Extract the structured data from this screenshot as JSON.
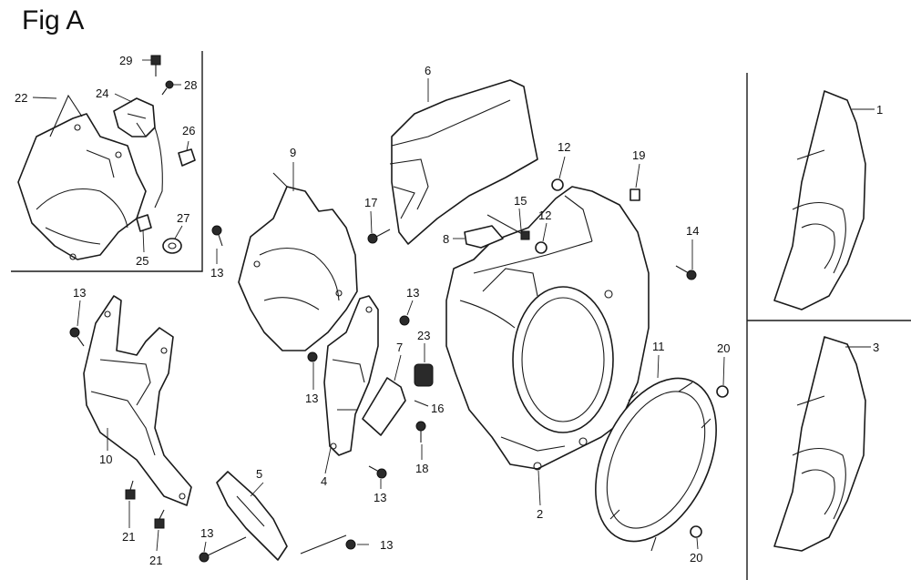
{
  "figure": {
    "title": "Fig A"
  },
  "callouts": [
    {
      "id": "c29",
      "text": "29"
    },
    {
      "id": "c28",
      "text": "28"
    },
    {
      "id": "c24",
      "text": "24"
    },
    {
      "id": "c22",
      "text": "22"
    },
    {
      "id": "c26",
      "text": "26"
    },
    {
      "id": "c27",
      "text": "27"
    },
    {
      "id": "c25",
      "text": "25"
    },
    {
      "id": "c13a",
      "text": "13"
    },
    {
      "id": "c13b",
      "text": "13"
    },
    {
      "id": "c13c",
      "text": "13"
    },
    {
      "id": "c13d",
      "text": "13"
    },
    {
      "id": "c13e",
      "text": "13"
    },
    {
      "id": "c13f",
      "text": "13"
    },
    {
      "id": "c13g",
      "text": "13"
    },
    {
      "id": "c10",
      "text": "10"
    },
    {
      "id": "c21a",
      "text": "21"
    },
    {
      "id": "c21b",
      "text": "21"
    },
    {
      "id": "c9",
      "text": "9"
    },
    {
      "id": "c6",
      "text": "6"
    },
    {
      "id": "c17",
      "text": "17"
    },
    {
      "id": "c8",
      "text": "8"
    },
    {
      "id": "c15",
      "text": "15"
    },
    {
      "id": "c12a",
      "text": "12"
    },
    {
      "id": "c12b",
      "text": "12"
    },
    {
      "id": "c19",
      "text": "19"
    },
    {
      "id": "c14",
      "text": "14"
    },
    {
      "id": "c7",
      "text": "7"
    },
    {
      "id": "c23",
      "text": "23"
    },
    {
      "id": "c16",
      "text": "16"
    },
    {
      "id": "c18",
      "text": "18"
    },
    {
      "id": "c4",
      "text": "4"
    },
    {
      "id": "c5",
      "text": "5"
    },
    {
      "id": "c11",
      "text": "11"
    },
    {
      "id": "c20a",
      "text": "20"
    },
    {
      "id": "c20b",
      "text": "20"
    },
    {
      "id": "c2",
      "text": "2"
    },
    {
      "id": "c1",
      "text": "1"
    },
    {
      "id": "c3",
      "text": "3"
    }
  ]
}
